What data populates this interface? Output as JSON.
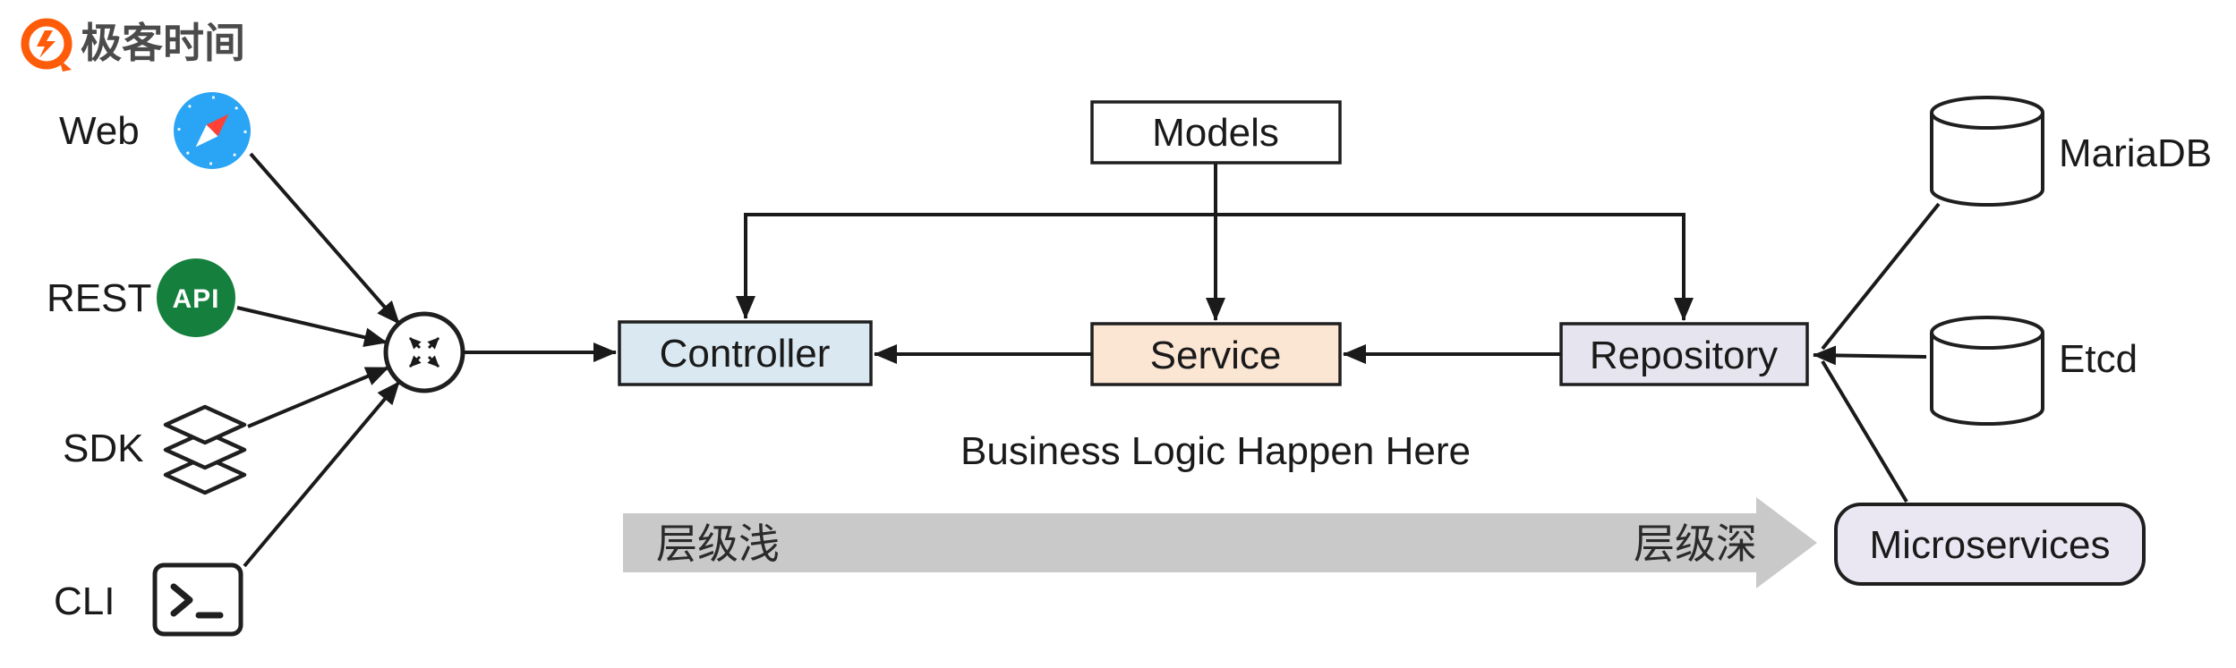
{
  "logo": {
    "brand": "极客时间",
    "icon": "geektime-logo-icon",
    "color": "#ff5c0a"
  },
  "clients": {
    "web": {
      "label": "Web",
      "icon": "safari-browser-icon"
    },
    "rest": {
      "label": "REST",
      "icon": "api-badge-icon",
      "badge": "API"
    },
    "sdk": {
      "label": "SDK",
      "icon": "layers-stack-icon"
    },
    "cli": {
      "label": "CLI",
      "icon": "terminal-icon"
    }
  },
  "hub": {
    "icon": "load-balancer-router-icon"
  },
  "boxes": {
    "models": "Models",
    "controller": "Controller",
    "service": "Service",
    "repository": "Repository"
  },
  "datastores": {
    "mariadb": "MariaDB",
    "etcd": "Etcd",
    "microservices": "Microservices",
    "mariadb_icon": "database-cylinder-icon",
    "etcd_icon": "database-cylinder-icon"
  },
  "annotations": {
    "business_logic": "Business Logic Happen Here",
    "depth_shallow": "层级浅",
    "depth_deep": "层级深"
  },
  "colors": {
    "controller_fill": "#d9e8f1",
    "service_fill": "#fbe5d3",
    "repository_fill": "#e6e4ee",
    "microservices_fill": "#eae7f2",
    "models_fill": "#ffffff",
    "depth_arrow_gray": "#c9c9c9",
    "logo_orange": "#ff5c0a",
    "api_green": "#157f3d",
    "safari_blue": "#2aa4f4",
    "safari_needle_red": "#ff4136",
    "line_black": "#1a1a1a"
  }
}
